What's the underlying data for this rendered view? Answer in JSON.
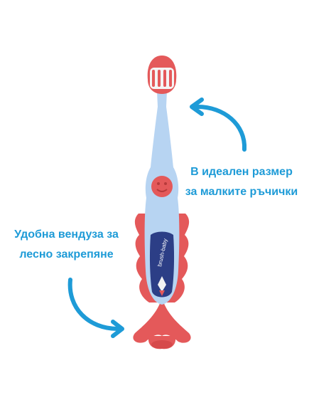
{
  "captions": {
    "size": {
      "line1": "В идеален размер",
      "line2": "за малките ръчички"
    },
    "suction": {
      "line1": "Удобна вендуза за",
      "line2": "лесно закрепяне"
    }
  },
  "brand_logo_text": "brush-baby",
  "colors": {
    "accent_blue": "#1e9bd7",
    "handle_blue": "#b7d4f2",
    "grip_red": "#e4595a",
    "bristle_white": "#f4f4f4"
  }
}
